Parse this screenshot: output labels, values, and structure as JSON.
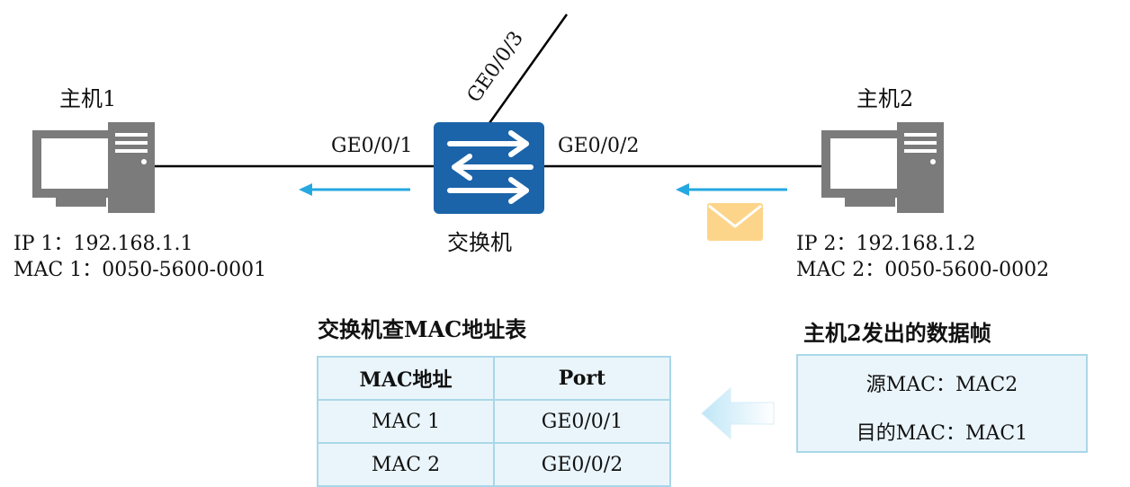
{
  "host1": {
    "title": "主机1",
    "ip": "IP 1：192.168.1.1",
    "mac": "MAC 1：0050-5600-0001"
  },
  "host2": {
    "title": "主机2",
    "ip": "IP 2：192.168.1.2",
    "mac": "MAC 2：0050-5600-0002"
  },
  "switch": {
    "title": "交换机",
    "ports": {
      "p1": "GE0/0/1",
      "p2": "GE0/0/2",
      "p3": "GE0/0/3"
    }
  },
  "mac_table": {
    "title": "交换机查MAC地址表",
    "headers": [
      "MAC地址",
      "Port"
    ],
    "rows": [
      [
        "MAC 1",
        "GE0/0/1"
      ],
      [
        "MAC 2",
        "GE0/0/2"
      ]
    ]
  },
  "frame": {
    "title": "主机2发出的数据帧",
    "src": "源MAC：MAC2",
    "dst": "目的MAC：MAC1"
  },
  "colors": {
    "switch_blue": "#1b64a9",
    "arrow_cyan": "#25a8e0",
    "envelope": "#fdd58a",
    "pc_gray": "#7b7b7b",
    "table_bg": "#eaf5fb",
    "table_border": "#a9d7e8"
  }
}
